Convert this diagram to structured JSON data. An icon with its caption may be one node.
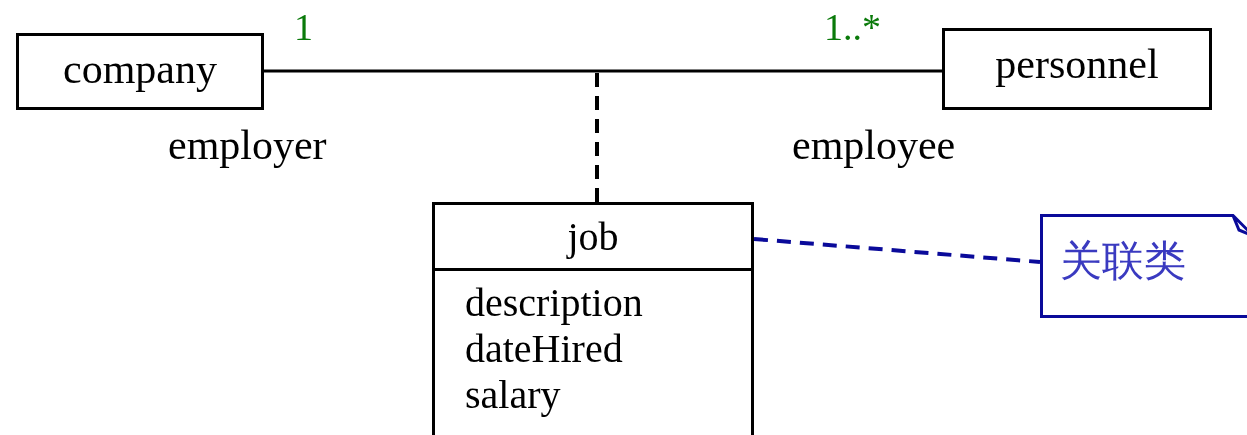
{
  "diagram": {
    "nodes": [
      {
        "text": [
          "company"
        ]
      },
      {
        "text": [
          "personnel"
        ]
      },
      {
        "text": [
          "job",
          "description",
          "dateHired",
          "salary"
        ]
      },
      {
        "text": [
          "关联类"
        ]
      }
    ],
    "edges": [
      {
        "from": 0,
        "to": 1,
        "arrow": "none"
      },
      {
        "from": 2,
        "to": null,
        "arrow": "none",
        "style": "dashed"
      },
      {
        "from": 2,
        "to": 3,
        "arrow": "none",
        "style": "dashed",
        "color": "#0a0a9a"
      }
    ],
    "labels": [
      "1",
      "employer",
      "1..*",
      "employee"
    ]
  }
}
